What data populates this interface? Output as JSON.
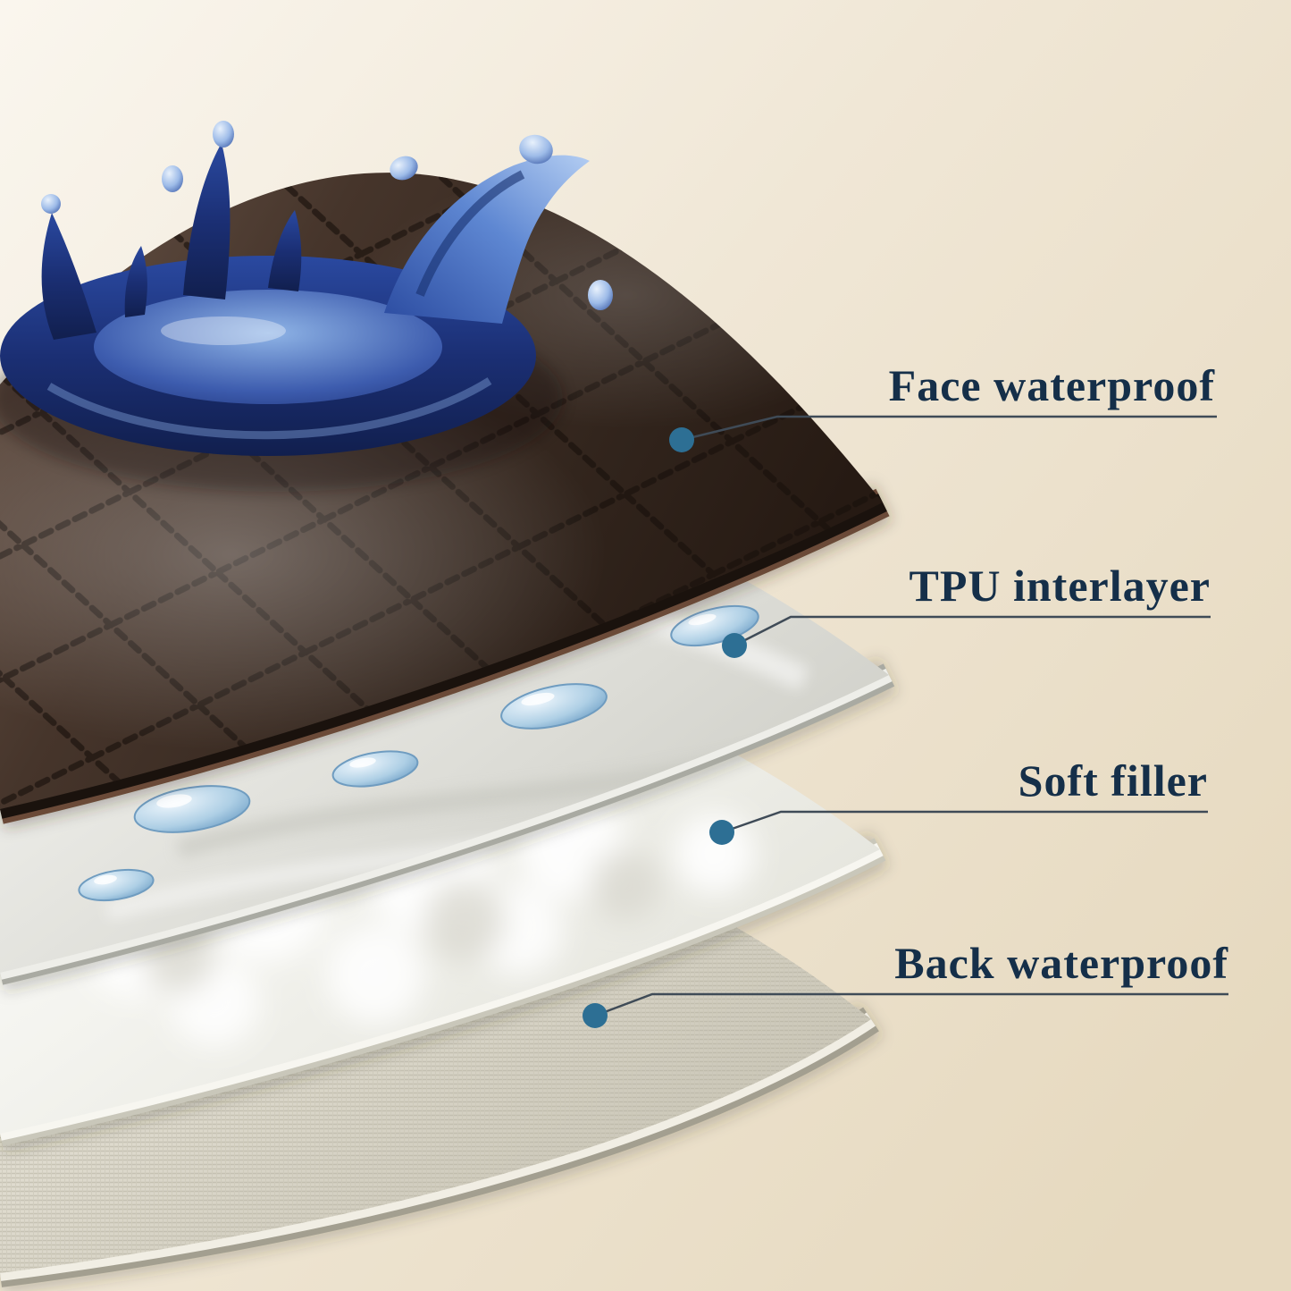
{
  "infographic": {
    "background": {
      "top_left": "#faf5ec",
      "bottom_right": "#e5d8bd"
    },
    "accent": {
      "dot_color": "#2d6f94",
      "line_color": "#3f4b57",
      "label_color": "#152f49"
    },
    "callouts": [
      {
        "label": "Face waterproof"
      },
      {
        "label": "TPU interlayer"
      },
      {
        "label": "Soft filler"
      },
      {
        "label": "Back waterproof"
      }
    ],
    "layers": [
      {
        "name": "face-waterproof",
        "surface_color": "#3c2d24"
      },
      {
        "name": "tpu-interlayer",
        "surface_color": "#e9e9e3"
      },
      {
        "name": "soft-filler",
        "surface_color": "#f6f6f1"
      },
      {
        "name": "back-waterproof",
        "surface_color": "#d6d2c4"
      }
    ],
    "splash_color": "#1b2f74"
  }
}
